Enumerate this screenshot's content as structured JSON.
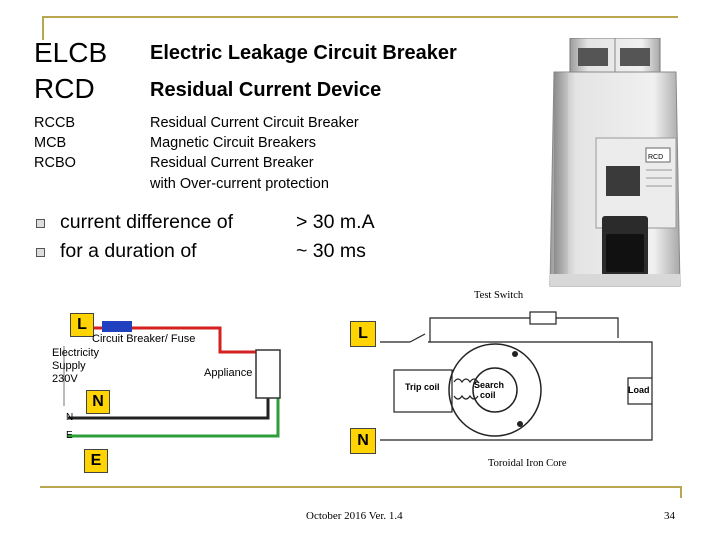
{
  "abbreviations": [
    {
      "abbr": "ELCB",
      "full": "Electric Leakage Circuit Breaker"
    },
    {
      "abbr": "RCD",
      "full": "Residual Current Device"
    },
    {
      "abbr": "RCCB",
      "full": "Residual Current Circuit Breaker"
    },
    {
      "abbr": "MCB",
      "full": "Magnetic Circuit Breakers"
    },
    {
      "abbr": "RCBO",
      "full": "Residual Current Breaker"
    },
    {
      "abbr": "",
      "full": "with Over-current protection"
    }
  ],
  "conditions": [
    {
      "text": "current difference of",
      "value": "> 30 m.A"
    },
    {
      "text": "for a duration of",
      "value": "~ 30 ms"
    }
  ],
  "left_diagram": {
    "label_L": "L",
    "label_N": "N",
    "label_E": "E",
    "breaker_label": "Circuit Breaker/ Fuse",
    "supply_label_1": "Electricity",
    "supply_label_2": "Supply",
    "supply_label_3": "230V",
    "appliance_label": "Appliance",
    "wire_N": "N",
    "wire_E": "E"
  },
  "right_diagram": {
    "label_L": "L",
    "label_N": "N",
    "test_switch": "Test Switch",
    "trip_coil": "Trip coil",
    "search_coil_1": "Search",
    "search_coil_2": "coil",
    "load": "Load",
    "core": "Toroidal Iron Core"
  },
  "device_panel": {
    "label": "RCD"
  },
  "footer": {
    "date": "October 2016  Ver.  1.4",
    "page": "34"
  },
  "colors": {
    "frame": "#b8a650",
    "label_bg": "#ffd400",
    "wire_red": "#d62020",
    "wire_green": "#2e9e3a",
    "wire_blue": "#2040c0"
  }
}
